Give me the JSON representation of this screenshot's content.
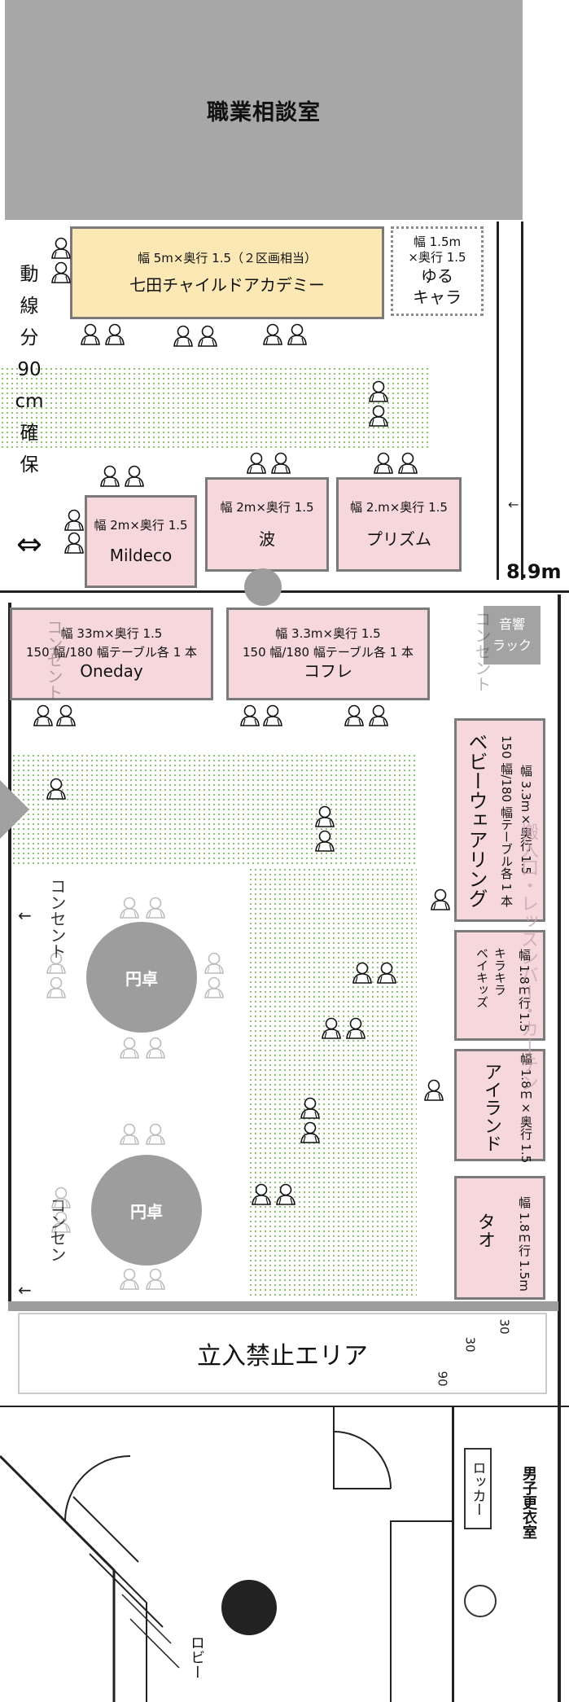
{
  "room": {
    "name": "職業相談室"
  },
  "walkway_note": [
    "動",
    "線",
    "分",
    "90",
    "cm",
    "確",
    "保"
  ],
  "width_label": "8.9m",
  "sound_rack": [
    "音響",
    "ラック"
  ],
  "booths": {
    "shichida": {
      "size": "幅 5m×奥行 1.5（２区画相当）",
      "name": "七田チャイルドアカデミー"
    },
    "yuru": {
      "size1": "幅 1.5m",
      "size2": "×奥行 1.5",
      "name1": "ゆる",
      "name2": "キャラ"
    },
    "mildeco": {
      "size": "幅 2m×奥行 1.5",
      "name": "Mildeco"
    },
    "nami": {
      "size": "幅 2m×奥行 1.5",
      "name": "波"
    },
    "prism": {
      "size": "幅 2.m×奥行 1.5",
      "name": "プリズム"
    },
    "oneday": {
      "size": "幅 33m×奥行 1.5",
      "tables": "150 幅/180 幅テーブル各 1 本",
      "name": "Oneday"
    },
    "cofre": {
      "size": "幅 3.3m×奥行 1.5",
      "tables": "150 幅/180 幅テーブル各 1 本",
      "name": "コフレ"
    },
    "babywearing": {
      "size": "幅 3.3m×奥行 1.5",
      "tables": "150 幅/180 幅テーブル各 1 本",
      "name": "ベビーウェアリング"
    },
    "kirakira": {
      "size": "幅 1.8ｍ行 1.5",
      "name1": "キラキラ",
      "name2": "ベイキッズ"
    },
    "island": {
      "size": "幅 1.8ｍ×奥行 1.5",
      "name": "アイランド"
    },
    "tao": {
      "size": "幅 1.8ｍ行 1.5m",
      "name": "タオ"
    }
  },
  "overlay_text": "搬入口・レッスンバー・カーテン",
  "round_tables": [
    "円卓",
    "円卓"
  ],
  "outlet_label": "コンセント",
  "outlet_label_short": "コンセン",
  "no_entry": "立入禁止エリア",
  "dims": [
    "30",
    "30",
    "90"
  ],
  "locker": "ロッカー",
  "men_locker": "男子更衣室",
  "lobby": "ロビー",
  "icons": {
    "lr_arrow": "⇔",
    "outlet_arrow": "←"
  }
}
